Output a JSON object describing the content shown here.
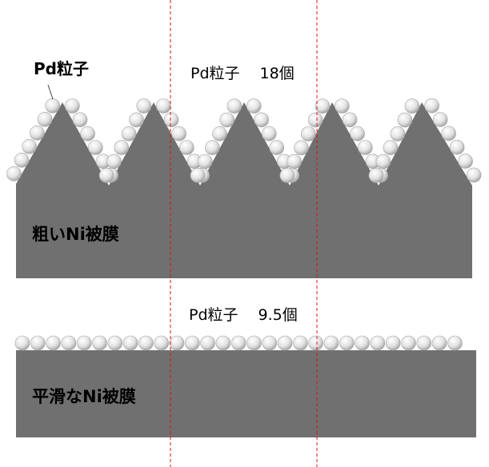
{
  "labels": {
    "pd_particle": "Pd粒子",
    "rough_count": "Pd粒子　 18個",
    "smooth_count": "Pd粒子　 9.5個",
    "rough_film": "粗いNi被膜",
    "smooth_film": "平滑なNi被膜"
  },
  "colors": {
    "film": "#707070",
    "guide_line": "#e01010",
    "particle_edge": "#a8a8a8",
    "text": "#000000"
  }
}
